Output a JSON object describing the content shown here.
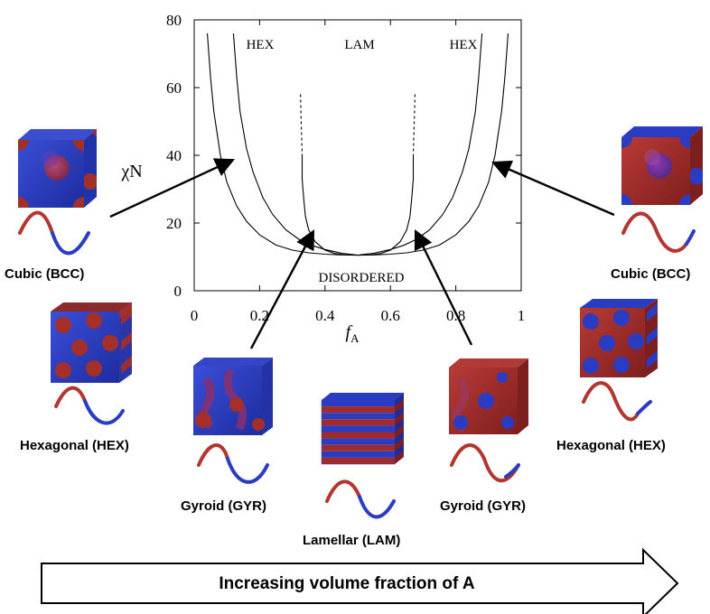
{
  "chart_data": {
    "type": "line",
    "xlabel": "f",
    "xlabel_sub": "A",
    "ylabel": "χN",
    "xlim": [
      0,
      1
    ],
    "ylim": [
      0,
      80
    ],
    "xticks": [
      "0",
      "0.2",
      "0.4",
      "0.6",
      "0.8",
      "1"
    ],
    "yticks": [
      "0",
      "20",
      "40",
      "60",
      "80"
    ],
    "region_labels": {
      "hex_left": "HEX",
      "lam": "LAM",
      "hex_right": "HEX",
      "disordered": "DISORDERED"
    },
    "series": [
      {
        "x": [
          0.04,
          0.05,
          0.06,
          0.08,
          0.1,
          0.13,
          0.16,
          0.2,
          0.25,
          0.3,
          0.35,
          0.4,
          0.45,
          0.5,
          0.55,
          0.6,
          0.65,
          0.7,
          0.75,
          0.8,
          0.84,
          0.87,
          0.9,
          0.92,
          0.94,
          0.95,
          0.96
        ],
        "y": [
          76,
          63,
          53,
          40,
          32,
          25,
          20.5,
          16.5,
          13.5,
          12,
          11.2,
          10.8,
          10.6,
          10.5,
          10.6,
          10.8,
          11.2,
          12,
          13.5,
          16.5,
          20.5,
          25,
          32,
          40,
          53,
          63,
          76
        ]
      },
      {
        "x": [
          0.12,
          0.13,
          0.14,
          0.16,
          0.18,
          0.21,
          0.24,
          0.28,
          0.32,
          0.36,
          0.4,
          0.45,
          0.5,
          0.55,
          0.6,
          0.64,
          0.68,
          0.72,
          0.76,
          0.79,
          0.82,
          0.84,
          0.86,
          0.87,
          0.88
        ],
        "y": [
          76,
          63,
          53,
          42,
          35,
          27.5,
          22.5,
          18,
          15.2,
          13.4,
          12.2,
          11.1,
          10.5,
          11.1,
          12.2,
          13.4,
          15.2,
          18,
          22.5,
          27.5,
          35,
          42,
          53,
          63,
          76
        ]
      },
      {
        "x": [
          0.33,
          0.33,
          0.335,
          0.34,
          0.35,
          0.37,
          0.4,
          0.43,
          0.46,
          0.5,
          0.54,
          0.57,
          0.6,
          0.63,
          0.65,
          0.66,
          0.665,
          0.67,
          0.67
        ],
        "y": [
          40,
          33,
          27,
          22,
          18,
          14.5,
          12,
          11,
          10.6,
          10.5,
          10.6,
          11,
          12,
          14.5,
          18,
          22,
          27,
          33,
          40
        ]
      },
      {
        "x": [
          0.325,
          0.327,
          0.33
        ],
        "y": [
          58,
          50,
          40
        ],
        "dashed": true
      },
      {
        "x": [
          0.675,
          0.673,
          0.67
        ],
        "y": [
          58,
          50,
          40
        ],
        "dashed": true
      }
    ],
    "grid": false
  },
  "phases": {
    "bcc_left": "Cubic (BCC)",
    "hex_left": "Hexagonal (HEX)",
    "gyr_left": "Gyroid (GYR)",
    "lam": "Lamellar (LAM)",
    "gyr_right": "Gyroid (GYR)",
    "hex_right": "Hexagonal (HEX)",
    "bcc_right": "Cubic (BCC)"
  },
  "bottom_arrow_label": "Increasing volume fraction of A",
  "colors": {
    "blue": "#2a3cc2",
    "red": "#a12a2a",
    "axis": "#000000"
  }
}
